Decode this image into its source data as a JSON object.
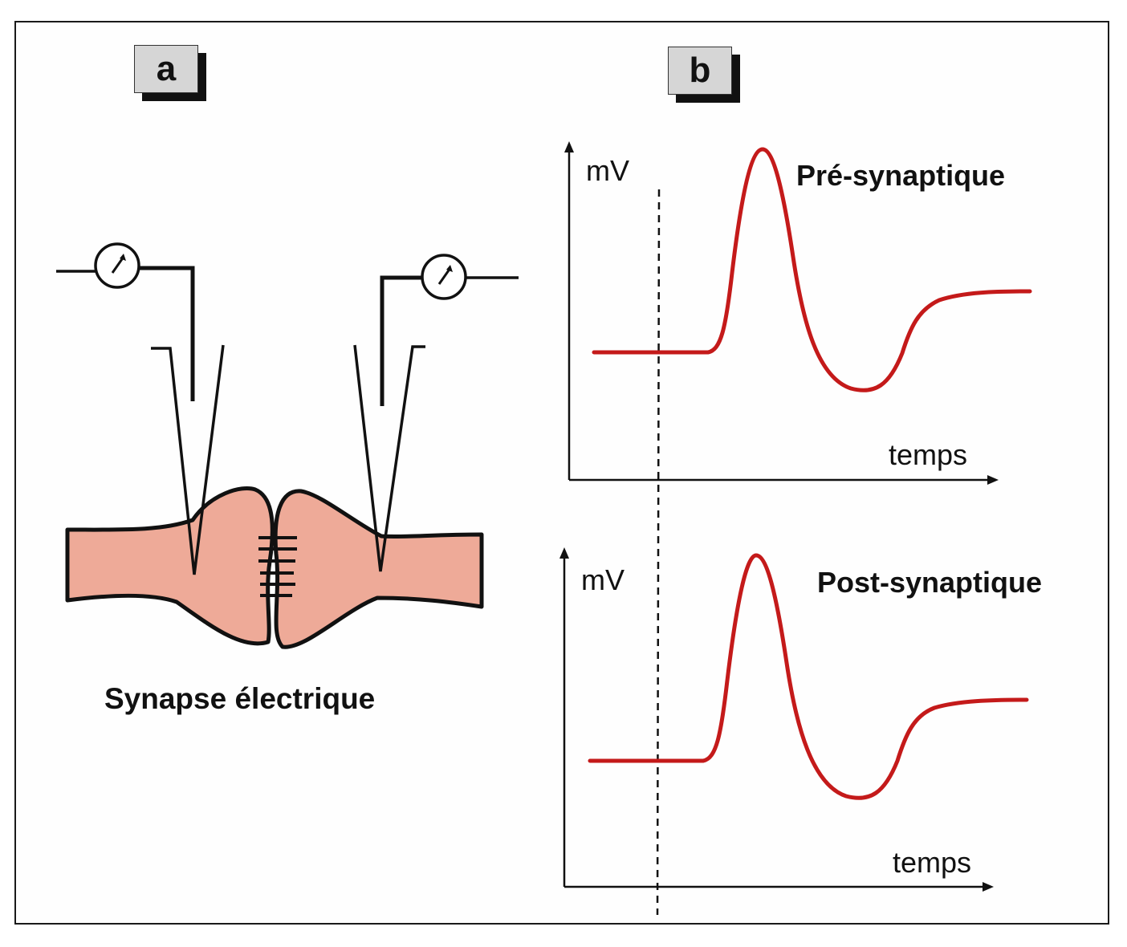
{
  "panel_a": {
    "label": "a",
    "caption": "Synapse électrique"
  },
  "panel_b": {
    "label": "b",
    "graphs": [
      {
        "title": "Pré-synaptique",
        "ylabel": "mV",
        "xlabel": "temps"
      },
      {
        "title": "Post-synaptique",
        "ylabel": "mV",
        "xlabel": "temps"
      }
    ]
  },
  "colors": {
    "cell_fill": "#eeaa98",
    "trace": "#c41a1a",
    "ink": "#111111",
    "label_box": "#d6d6d6"
  },
  "icons": [
    "voltmeter-icon",
    "voltmeter-icon"
  ]
}
